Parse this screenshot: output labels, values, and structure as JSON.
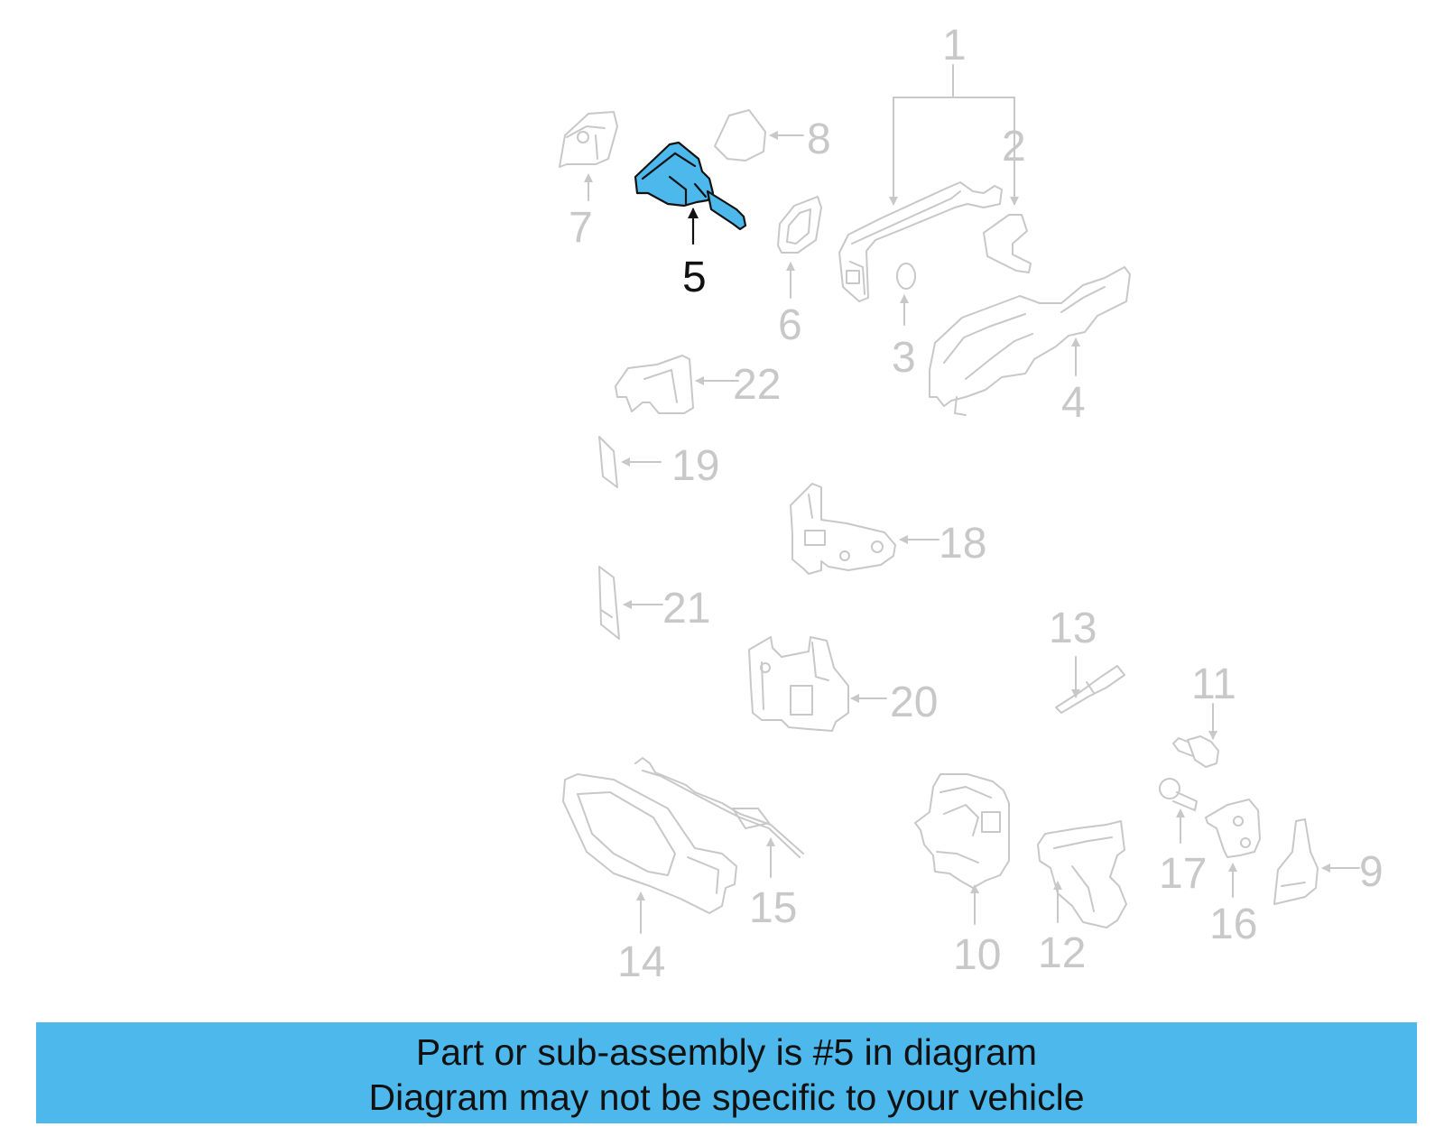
{
  "highlight_color": "#4db8ec",
  "banner": {
    "line1": "Part or sub-assembly is #5 in diagram",
    "line2": "Diagram may not be specific to your vehicle"
  },
  "callouts": {
    "c1": "1",
    "c2": "2",
    "c3": "3",
    "c4": "4",
    "c5": "5",
    "c6": "6",
    "c7": "7",
    "c8": "8",
    "c9": "9",
    "c10": "10",
    "c11": "11",
    "c12": "12",
    "c13": "13",
    "c14": "14",
    "c15": "15",
    "c16": "16",
    "c17": "17",
    "c18": "18",
    "c19": "19",
    "c20": "20",
    "c21": "21",
    "c22": "22"
  }
}
